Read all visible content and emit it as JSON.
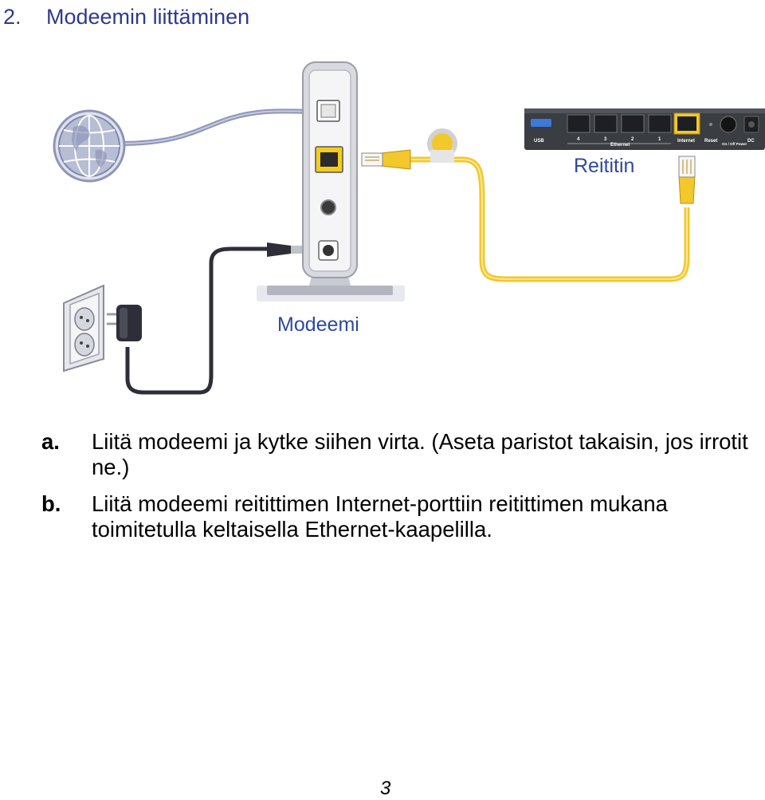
{
  "heading": {
    "number": "2.",
    "title": "Modeemin liittäminen"
  },
  "figure": {
    "router_label": "Reititin",
    "modem_label": "Modeemi",
    "router_ports": {
      "usb": "USB",
      "p4": "4",
      "p3": "3",
      "p2": "2",
      "p1": "1",
      "ethernet": "Ethernet",
      "internet": "Internet",
      "reset": "Reset",
      "power": "On / Off Power",
      "dc": "DC"
    },
    "icons": [
      "globe-icon",
      "wall-outlet-icon",
      "power-adapter-icon",
      "modem-icon",
      "router-icon",
      "yellow-ethernet-cable-icon",
      "power-cable-icon",
      "phone-cable-icon"
    ]
  },
  "steps": [
    {
      "letter": "a.",
      "text": "Liitä modeemi ja kytke siihen virta. (Aseta paristot takaisin, jos irrotit ne.)"
    },
    {
      "letter": "b.",
      "text": "Liitä modeemi reitittimen Internet-porttiin reitittimen mukana toimitetulla keltaisella Ethernet-kaapelilla."
    }
  ],
  "page_number": "3",
  "colors": {
    "heading": "#2e3a8c",
    "label": "#2e4a9c",
    "cable_yellow": "#f2c82a",
    "router_body": "#3a3d42"
  }
}
